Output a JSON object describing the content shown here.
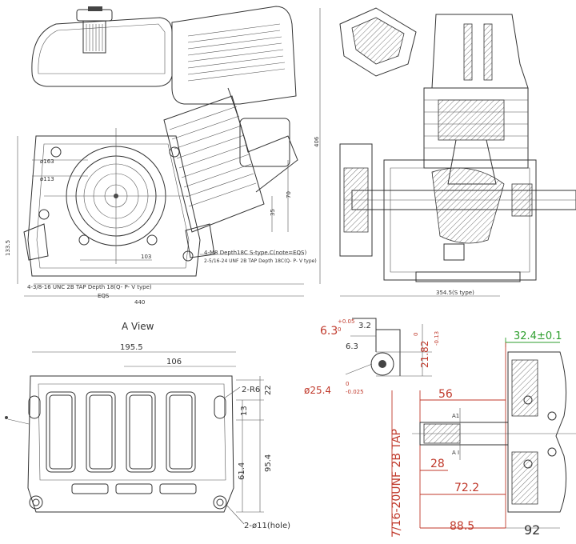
{
  "front_view": {
    "dims": {
      "d163": "ø163",
      "d113": "ø113",
      "d103": "103",
      "d35": "35",
      "d70": "70",
      "d133_5": "133.5",
      "d406": "406",
      "d440": "440",
      "eqs": "EQS"
    },
    "notes": {
      "m8": "4-M8 Depth18C S-type.C(note=EQS)",
      "unf": "2-5/16-24 UNF 2B TAP Depth 18C(Q- P- V type)",
      "unc": "4-3/8-16 UNC 2B TAP Depth 18(Q- P- V type)"
    }
  },
  "side_view": {
    "d354": "354.5(S type)"
  },
  "a_view": {
    "title": "A View",
    "d195": "195.5",
    "d106": "106",
    "d22": "22",
    "d13": "13",
    "d95": "95.4",
    "d61": "61.4",
    "r6": "2-R6",
    "hole": "2-ø11(hole)"
  },
  "shaft_detail": {
    "d6_3": "6.3",
    "tol_005": "+0.05",
    "tol_0a": "0",
    "d3_2": "3.2",
    "d6_3b": "6.3",
    "d21": "21.82",
    "tol_0b": "0",
    "tol_013": "-0.13",
    "d25": "ø25.4",
    "tol_0c": "0",
    "tol_025": "-0.025"
  },
  "shaft_section": {
    "d32": "32.4±0.1",
    "d56": "56",
    "d28": "28",
    "d72": "72.2",
    "d88": "88.5",
    "d92": "92",
    "thread": "7/16-20UNF 2B TAP",
    "a1": "A1",
    "a2": "A I"
  },
  "colors": {
    "dim_red": "#c0392b",
    "dim_green": "#2e9e2e",
    "line": "#333333"
  }
}
